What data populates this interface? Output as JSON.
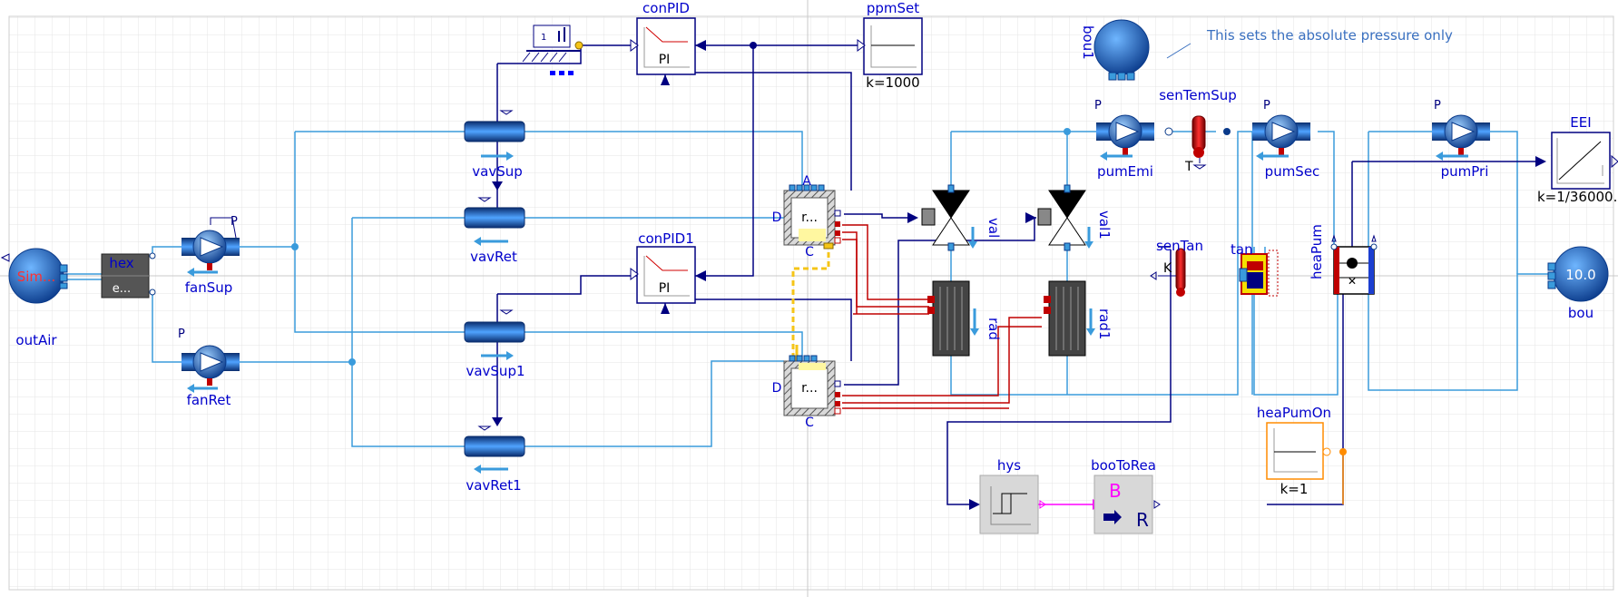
{
  "labels": {
    "conPID": "conPID",
    "ppmSet": "ppmSet",
    "ppmSet_k": "k=1000",
    "conPID1": "conPID1",
    "pi": "PI",
    "pi1": "PI",
    "outAir": "outAir",
    "outAir_inner": "Sim...",
    "hex": "hex",
    "hex_inner": "e...",
    "fanSup": "fanSup",
    "fanRet": "fanRet",
    "vavSup": "vavSup",
    "vavRet": "vavRet",
    "vavSup1": "vavSup1",
    "vavRet1": "vavRet1",
    "room1_inner": "r...",
    "room2_inner": "r...",
    "portA": "A",
    "portD1": "D",
    "portC1": "C",
    "portD2": "D",
    "portC2": "C",
    "val": "val",
    "val1": "val1",
    "rad": "rad",
    "rad1": "rad1",
    "bou1": "bou1",
    "note": "This sets the absolute pressure only",
    "senTemSup": "senTemSup",
    "senTemSup_T": "T",
    "senTan": "senTan",
    "senTan_K": "K",
    "tan": "tan",
    "pumEmi": "pumEmi",
    "pumSec": "pumSec",
    "pumPri": "pumPri",
    "heaPum": "heaPum",
    "EEI": "EEI",
    "EEI_k": "k=1/36000...",
    "bou": "bou",
    "bou_value": "10.0",
    "heaPumOn": "heaPumOn",
    "heaPumOn_k": "k=1",
    "hys": "hys",
    "booToRea": "booToRea",
    "booToRea_B": "B",
    "booToRea_R": "R",
    "pump_P": "P"
  },
  "colors": {
    "fluid": "#3a9bdc",
    "signal": "#000080",
    "heat": "#c00000",
    "boolean": "#ff00ff",
    "label": "#0000cc",
    "yellow": "#f5c518"
  }
}
